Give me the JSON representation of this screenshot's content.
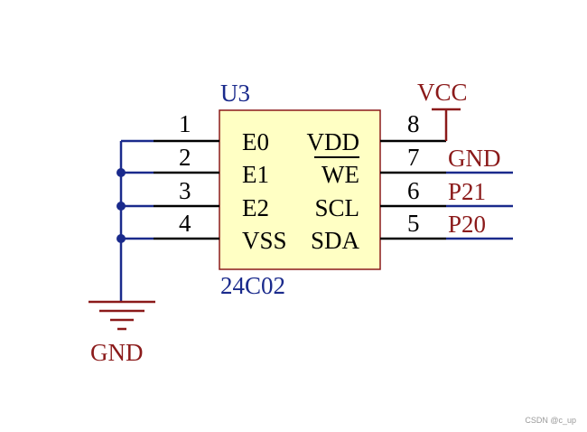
{
  "chip": {
    "designator": "U3",
    "part": "24C02",
    "body_fill": "#ffffc4"
  },
  "left_pins": [
    {
      "number": "1",
      "name": "E0"
    },
    {
      "number": "2",
      "name": "E1"
    },
    {
      "number": "3",
      "name": "E2"
    },
    {
      "number": "4",
      "name": "VSS"
    }
  ],
  "right_pins": [
    {
      "number": "8",
      "name": "VDD"
    },
    {
      "number": "7",
      "name": "WE"
    },
    {
      "number": "6",
      "name": "SCL"
    },
    {
      "number": "5",
      "name": "SDA"
    }
  ],
  "nets": {
    "vcc": "VCC",
    "gnd_right": "GND",
    "p21": "P21",
    "p20": "P20",
    "gnd_left": "GND"
  },
  "colors": {
    "wire": "#1a2a8c",
    "power": "#8b1a1a",
    "pin": "#000000"
  },
  "watermark": "CSDN @c_up"
}
